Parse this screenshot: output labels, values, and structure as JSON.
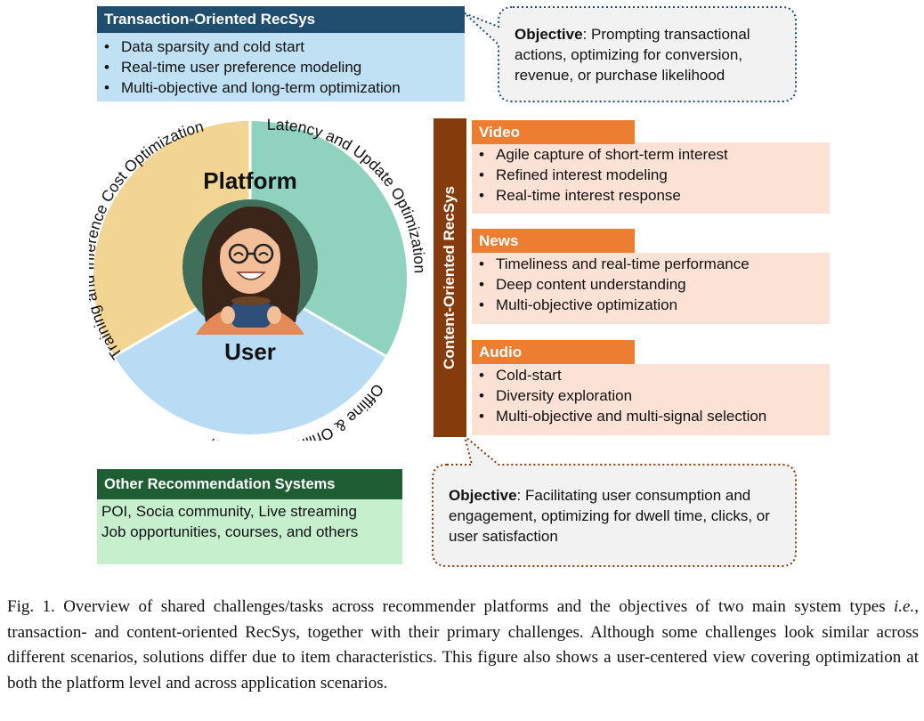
{
  "transaction": {
    "title": "Transaction-Oriented RecSys",
    "items": [
      "Data sparsity and cold start",
      "Real-time user preference modeling",
      "Multi-objective and long-term optimization"
    ],
    "objective_label": "Objective",
    "objective_text": ": Prompting transactional actions, optimizing for conversion, revenue, or purchase likelihood"
  },
  "circle": {
    "platform_label": "Platform",
    "user_label": "User",
    "arc_top_left": "Training and Inference Cost Optimization",
    "arc_right": "Latency and Update Optimization",
    "arc_bottom": "Offline & Online Evaluation"
  },
  "content": {
    "title": "Content-Oriented RecSys",
    "sections": [
      {
        "name": "Video",
        "items": [
          "Agile capture of short-term interest",
          "Refined interest modeling",
          "Real-time interest response"
        ]
      },
      {
        "name": "News",
        "items": [
          "Timeliness and real-time performance",
          "Deep content understanding",
          "Multi-objective optimization"
        ]
      },
      {
        "name": "Audio",
        "items": [
          "Cold-start",
          "Diversity exploration",
          "Multi-objective and multi-signal selection"
        ]
      }
    ],
    "objective_label": "Objective",
    "objective_text": ": Facilitating user consumption and engagement, optimizing for dwell time, clicks, or user satisfaction"
  },
  "other": {
    "title": "Other Recommendation Systems",
    "lines": [
      "POI, Socia community, Live streaming",
      "Job opportunities, courses, and others"
    ]
  },
  "caption": {
    "prefix": "Fig. 1.  Overview of shared challenges/tasks across recommender platforms and the objectives of two main system types ",
    "ie": "i.e.,",
    "suffix": " transaction- and content-oriented RecSys, together with their primary challenges. Although some challenges look similar across different scenarios, solutions differ due to item characteristics. This figure also shows a user-centered view covering optimization at both the platform level and across application scenarios."
  },
  "colors": {
    "transaction_header": "#1f4e6e",
    "transaction_body": "#bfe1f3",
    "platform_yellow": "#f3d593",
    "platform_teal": "#8fd3be",
    "user_blue": "#b8dcf3",
    "content_brown": "#843c0c",
    "orange_header": "#ed7d31",
    "orange_body": "#fbe2d5",
    "other_header": "#1f5e32",
    "other_body": "#c6efce",
    "bubble_fill": "#f2f2f2"
  }
}
